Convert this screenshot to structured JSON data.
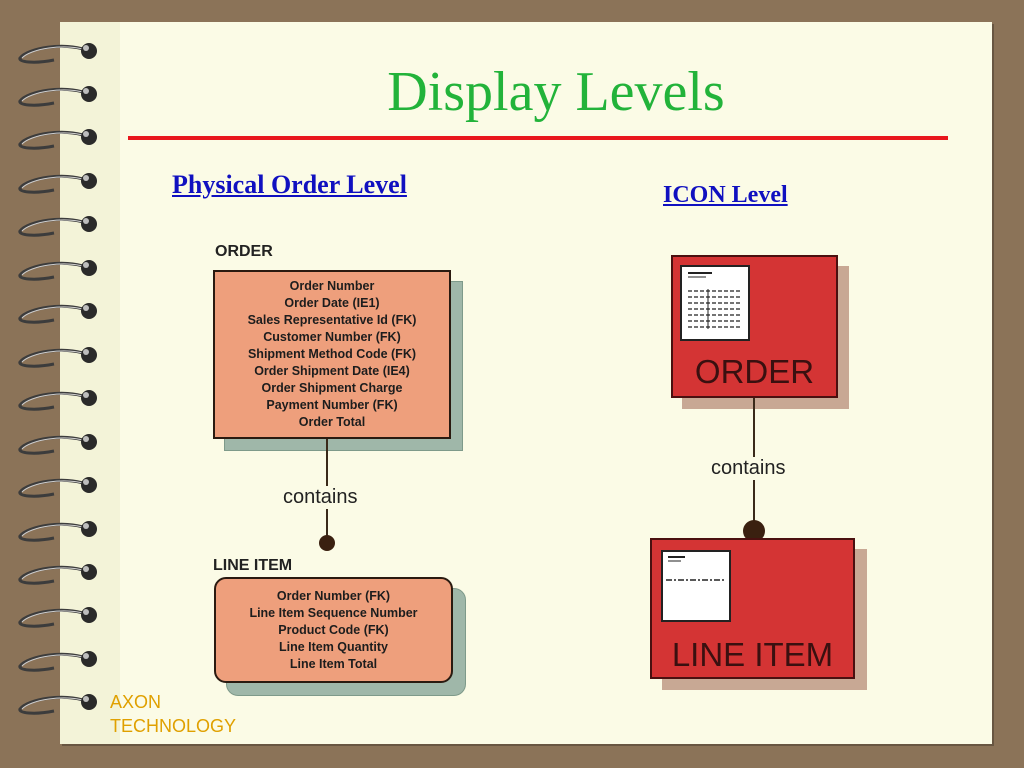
{
  "slide": {
    "title": "Display Levels",
    "title_color": "#22b33a",
    "rule_color": "#e8161c"
  },
  "physical": {
    "heading": "Physical Order Level",
    "order": {
      "label": "ORDER",
      "attributes": [
        "Order Number",
        "Order Date (IE1)",
        "Sales Representative Id (FK)",
        "Customer Number (FK)",
        "Shipment Method Code (FK)",
        "Order Shipment Date (IE4)",
        "Order Shipment Charge",
        "Payment Number (FK)",
        "Order Total"
      ]
    },
    "relationship": "contains",
    "line_item": {
      "label": "LINE ITEM",
      "attributes": [
        "Order Number (FK)",
        "Line Item Sequence Number",
        "Product Code (FK)",
        "Line Item Quantity",
        "Line Item Total"
      ]
    }
  },
  "icon_level": {
    "heading": "ICON Level",
    "order_label": "ORDER",
    "relationship": "contains",
    "line_item_label": "LINE ITEM",
    "icon_color": "#d43434",
    "document_icon": "document-icon"
  },
  "footer": {
    "line1": "AXON",
    "line2": "TECHNOLOGY",
    "color": "#e0a000"
  }
}
